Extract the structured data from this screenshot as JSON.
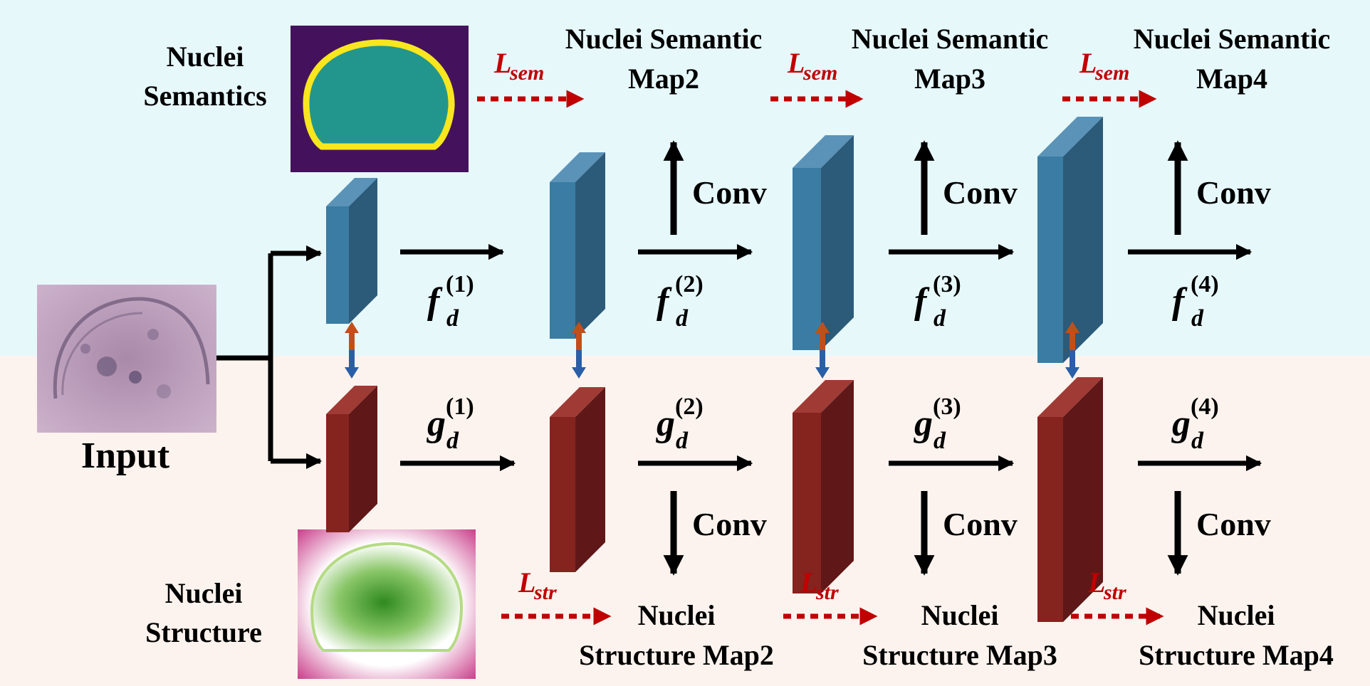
{
  "colors": {
    "semantic_bg": "#e7f8fb",
    "structure_bg": "#fdf3ee",
    "blue_front": "#3a7ca3",
    "blue_side": "#2c5a79",
    "blue_top": "#5b93b8",
    "red_front": "#85231f",
    "red_side": "#5f1817",
    "red_top": "#a03a34",
    "loss_red": "#c00000",
    "arrow_black": "#000000",
    "sem_mask_bg": "#44125c",
    "sem_mask_fill": "#22968c",
    "sem_mask_border": "#f8e61e",
    "str_mask_green": "#3f9a2a",
    "str_mask_edge": "#b5db83",
    "str_mask_bg": "#c1237a"
  },
  "semantic_branch": {
    "input_label": [
      "Nuclei",
      "Semantics"
    ],
    "loss": {
      "base": "L",
      "sub": "sem"
    },
    "features": [
      {
        "base": "f",
        "sub": "d",
        "sup": "(1)"
      },
      {
        "base": "f",
        "sub": "d",
        "sup": "(2)"
      },
      {
        "base": "f",
        "sub": "d",
        "sup": "(3)"
      },
      {
        "base": "f",
        "sub": "d",
        "sup": "(4)"
      }
    ],
    "conv_label": "Conv",
    "maps": [
      [
        "Nuclei Semantic",
        "Map2"
      ],
      [
        "Nuclei Semantic",
        "Map3"
      ],
      [
        "Nuclei Semantic",
        "Map4"
      ]
    ]
  },
  "structure_branch": {
    "input_label": [
      "Nuclei",
      "Structure"
    ],
    "loss": {
      "base": "L",
      "sub": "str"
    },
    "features": [
      {
        "base": "g",
        "sub": "d",
        "sup": "(1)"
      },
      {
        "base": "g",
        "sub": "d",
        "sup": "(2)"
      },
      {
        "base": "g",
        "sub": "d",
        "sup": "(3)"
      },
      {
        "base": "g",
        "sub": "d",
        "sup": "(4)"
      }
    ],
    "conv_label": "Conv",
    "maps": [
      [
        "Nuclei",
        "Structure Map2"
      ],
      [
        "Nuclei",
        "Structure Map3"
      ],
      [
        "Nuclei",
        "Structure Map4"
      ]
    ]
  },
  "input_label": "Input"
}
